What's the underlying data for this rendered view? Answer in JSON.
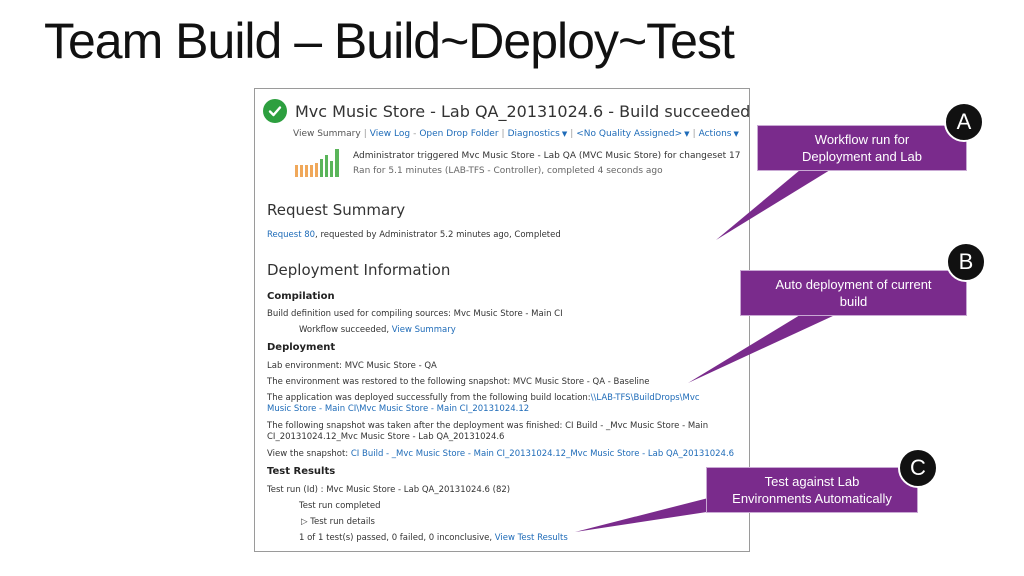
{
  "slide": {
    "title": "Team Build – Build~Deploy~Test"
  },
  "build": {
    "title": "Mvc Music Store - Lab QA_20131024.6 - Build succeeded",
    "status_color": "#2d9f3f",
    "actions": {
      "view_summary": "View Summary",
      "view_log": "View Log",
      "open_drop_folder": "Open Drop Folder",
      "diagnostics": "Diagnostics",
      "quality": "<No Quality Assigned>",
      "actions": "Actions",
      "sep": "|",
      "dash": "-"
    },
    "trigger_line": "Administrator triggered Mvc Music Store - Lab QA (MVC Music Store) for changeset 17",
    "ran_line": "Ran for 5.1 minutes (LAB-TFS - Controller), completed 4 seconds ago"
  },
  "request_summary": {
    "heading": "Request Summary",
    "request_link": "Request 80",
    "request_rest": ", requested by Administrator 5.2 minutes ago, Completed"
  },
  "deployment_info": {
    "heading": "Deployment Information",
    "compilation": {
      "heading": "Compilation",
      "definition": "Build definition used for compiling sources: Mvc Music Store - Main CI",
      "workflow_text": "Workflow succeeded, ",
      "workflow_link": "View Summary"
    },
    "deployment": {
      "heading": "Deployment",
      "lab_env": "Lab environment: MVC Music Store - QA",
      "restored": "The environment was restored to the following snapshot: MVC Music Store - QA - Baseline",
      "deployed_text": "The application was deployed successfully from the following build location:",
      "deployed_link_1": "\\\\LAB-TFS\\BuildDrops\\Mvc",
      "deployed_link_2": "Music Store - Main CI\\Mvc Music Store - Main CI_20131024.12",
      "snapshot_taken_1": "The following snapshot was taken after the deployment was finished: CI Build - _Mvc Music Store - Main",
      "snapshot_taken_2": "CI_20131024.12_Mvc Music Store - Lab QA_20131024.6",
      "view_snapshot_text": "View the snapshot: ",
      "view_snapshot_link": "CI Build - _Mvc Music Store - Main CI_20131024.12_Mvc Music Store - Lab QA_20131024.6"
    },
    "test_results": {
      "heading": "Test Results",
      "run": "Test run (Id) : Mvc Music Store - Lab QA_20131024.6 (82)",
      "completed": "Test run completed",
      "details": "▷ Test run details",
      "summary_text": "1 of 1 test(s) passed, 0 failed, 0 inconclusive, ",
      "summary_link": "View Test Results"
    }
  },
  "callouts": {
    "a": {
      "badge": "A",
      "text_1": "Workflow run for",
      "text_2": "Deployment and Lab"
    },
    "b": {
      "badge": "B",
      "text_1": "Auto deployment of current",
      "text_2": "build"
    },
    "c": {
      "badge": "C",
      "text_1": "Test against Lab",
      "text_2": "Environments Automatically"
    },
    "color": "#7a2b8c"
  }
}
